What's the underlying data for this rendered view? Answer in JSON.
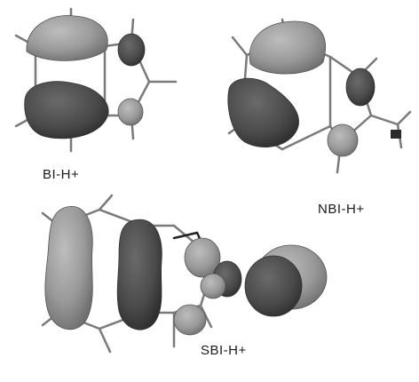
{
  "labels": {
    "bi": "BI-H+",
    "nbi": "NBI-H+",
    "sbi": "SBI-H+"
  },
  "colors": {
    "lobe_light": "#9a9a9a",
    "lobe_dark": "#4e4e4e",
    "bond": "#7a7a7a",
    "label": "#1a1a1a"
  }
}
